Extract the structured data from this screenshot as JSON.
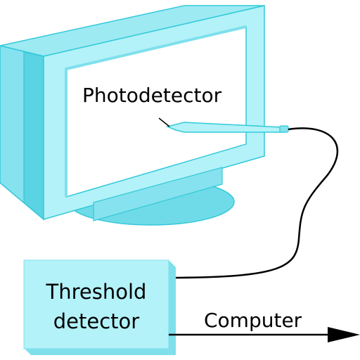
{
  "labels": {
    "photodetector": "Photodetector",
    "threshold_line1": "Threshold",
    "threshold_line2": "detector",
    "computer": "Computer"
  },
  "colors": {
    "monitor_front": "#b3f2f8",
    "monitor_side": "#86e2ee",
    "monitor_dark": "#5ad3e2",
    "outline": "#33c9d9",
    "screen": "#ffffff",
    "detector_box": "#b3f2f8",
    "detector_box_shade": "#7fe0ec",
    "pen": "#b3f2f8",
    "cable": "#000000",
    "arrow": "#000000"
  }
}
